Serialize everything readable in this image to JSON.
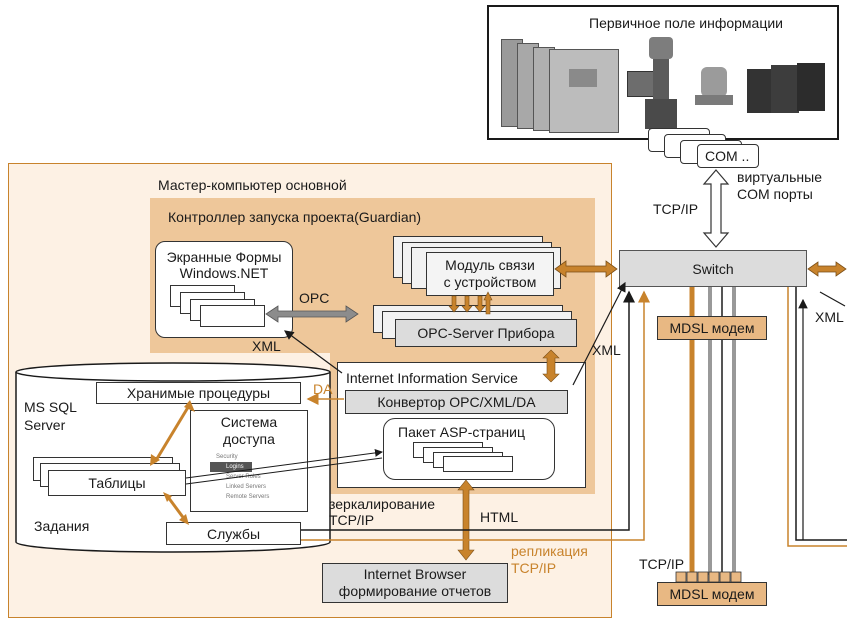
{
  "colors": {
    "accent_orange": "#c8832c",
    "panel_light": "#fdf1e4",
    "panel_dark": "#eec79a",
    "gray_box": "#dcdcdc",
    "line_dark": "#1a1a1a"
  },
  "field": {
    "title": "Первичное поле информации"
  },
  "com": {
    "label": "COM ..",
    "virtual_label": "виртуальные\nCOM порты"
  },
  "links": {
    "tcpip_top": "TCP/IP",
    "opc": "OPC",
    "xml_left": "XML",
    "xml_mid": "XML",
    "xml_right": "XML",
    "da": "DA",
    "html": "HTML",
    "mirroring": "зеркалирование\nTCP/IP",
    "replication": "репликация\nTCP/IP",
    "tcpip_bottom": "TCP/IP"
  },
  "master": {
    "title": "Мастер-компьютер основной",
    "controller_title": "Контроллер запуска проекта(Guardian)",
    "screen_forms": "Экранные Формы\nWindows.NET",
    "comm_module": "Модуль связи\nс устройством",
    "opc_server": "OPC-Server Прибора",
    "iis_title": "Internet Information Service",
    "converter": "Конвертор OPC/XML/DA",
    "asp_pack": "Пакет ASP-страниц",
    "browser": "Internet Browser\nформирование отчетов"
  },
  "sql": {
    "title": "MS SQL\nServer",
    "stored_procs": "Хранимые процедуры",
    "access_system": "Система\nдоступа",
    "tables": "Таблицы",
    "services": "Службы",
    "jobs": "Задания",
    "tree_items": [
      "Security",
      "Logins",
      "Server Roles",
      "Linked Servers",
      "Remote Servers"
    ]
  },
  "network": {
    "switch": "Switch",
    "mdsl_top": "MDSL модем",
    "mdsl_bottom": "MDSL модем"
  }
}
